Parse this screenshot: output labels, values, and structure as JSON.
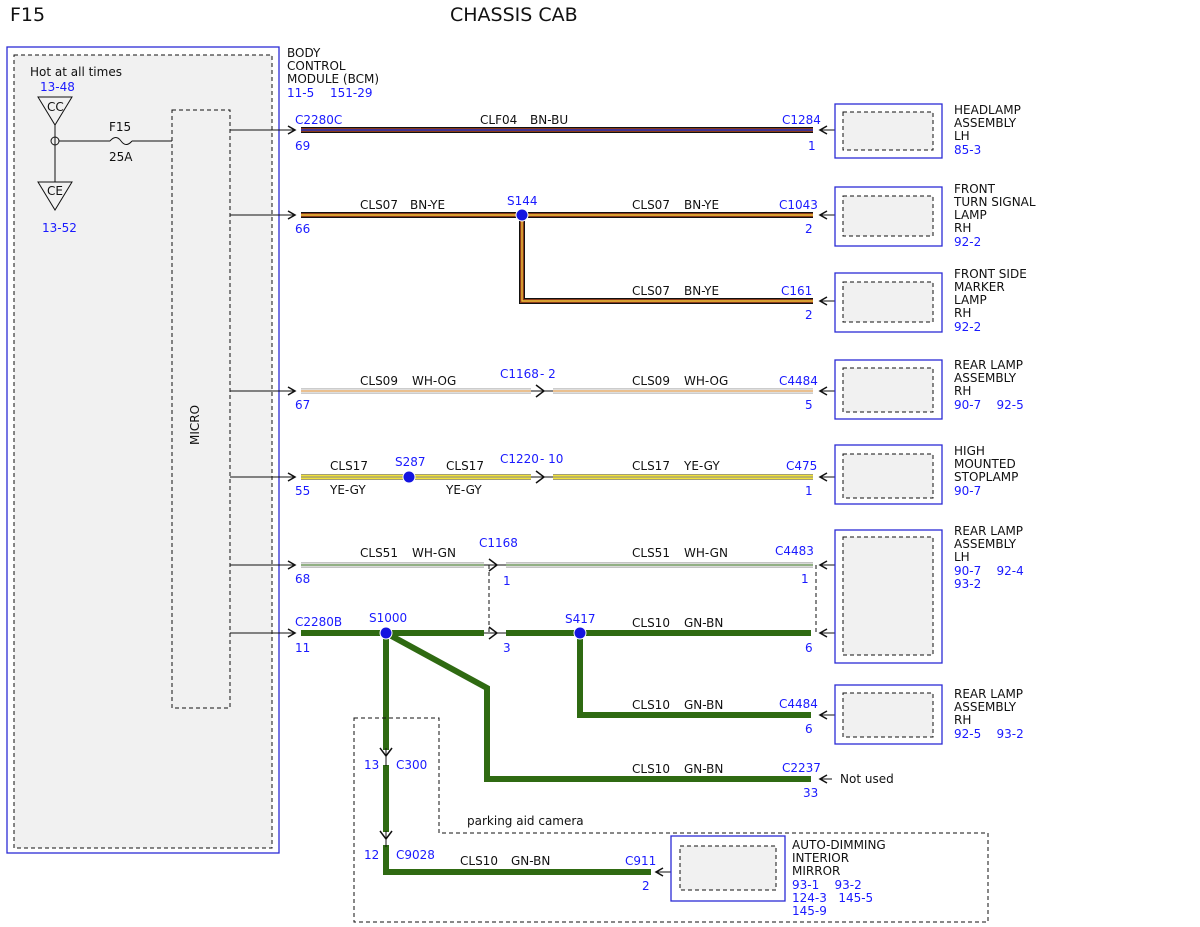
{
  "page": {
    "code": "F15",
    "title": "CHASSIS CAB"
  },
  "power": {
    "label": "Hot at all times",
    "ref_top": "13-48",
    "cc": "CC",
    "ce": "CE",
    "ref_bottom": "13-52",
    "fuse_name": "F15",
    "fuse_rating": "25A"
  },
  "bcm": {
    "lines": [
      "BODY",
      "CONTROL",
      "MODULE (BCM)"
    ],
    "refs": [
      "11-5",
      "151-29"
    ],
    "micro": "MICRO"
  },
  "wires": {
    "headlamp": {
      "pin": "69",
      "connector": "C2280C",
      "circuit": "CLF04",
      "color": "BN-BU",
      "end_conn": "C1284",
      "end_pin": "1"
    },
    "front_turn": {
      "pin": "66",
      "circuit": "CLS07",
      "color": "BN-YE",
      "splice": "S144",
      "end_conn": "C1043",
      "end_pin": "2"
    },
    "side_marker": {
      "circuit": "CLS07",
      "color": "BN-YE",
      "end_conn": "C161",
      "end_pin": "2"
    },
    "rear_rh": {
      "pin": "67",
      "circuit": "CLS09",
      "color": "WH-OG",
      "inline": "C1168",
      "inline_pin": "- 2",
      "end_conn": "C4484",
      "end_pin": "5"
    },
    "stoplamp": {
      "pin": "55",
      "circuit": "CLS17",
      "color": "YE-GY",
      "splice": "S287",
      "inline": "C1220",
      "inline_pin": "- 10",
      "end_conn": "C475",
      "end_pin": "1"
    },
    "rear_lh": {
      "pin": "68",
      "circuit": "CLS51",
      "color": "WH-GN",
      "inline": "C1168",
      "inline_pin": "1",
      "end_conn": "C4483",
      "end_pin": "1"
    },
    "ground": {
      "connector": "C2280B",
      "pin": "11",
      "splice1": "S1000",
      "inline_pin": "3",
      "splice2": "S417",
      "circuit": "CLS10",
      "color": "GN-BN",
      "end_pin": "6"
    },
    "ground_rh": {
      "circuit": "CLS10",
      "color": "GN-BN",
      "end_conn": "C4484",
      "end_pin": "6"
    },
    "ground_unused": {
      "circuit": "CLS10",
      "color": "GN-BN",
      "end_conn": "C2237",
      "end_pin": "33",
      "note": "Not used"
    },
    "camera": {
      "c300_pin": "13",
      "c300": "C300",
      "c9028_pin": "12",
      "c9028": "C9028",
      "circuit": "CLS10",
      "color": "GN-BN",
      "end_conn": "C911",
      "end_pin": "2",
      "area_label": "parking aid camera"
    }
  },
  "components": {
    "headlamp_lh": {
      "lines": [
        "HEADLAMP",
        "ASSEMBLY",
        "LH"
      ],
      "refs": "85-3"
    },
    "front_turn_rh": {
      "lines": [
        "FRONT",
        "TURN SIGNAL",
        "LAMP",
        "RH"
      ],
      "refs": "92-2"
    },
    "side_marker_rh": {
      "lines": [
        "FRONT SIDE",
        "MARKER",
        "LAMP",
        "RH"
      ],
      "refs": "92-2"
    },
    "rear_lamp_rh_a": {
      "lines": [
        "REAR LAMP",
        "ASSEMBLY",
        "RH"
      ],
      "refs": "90-7    92-5"
    },
    "stoplamp": {
      "lines": [
        "HIGH",
        "MOUNTED",
        "STOPLAMP"
      ],
      "refs": "90-7"
    },
    "rear_lamp_lh": {
      "lines": [
        "REAR LAMP",
        "ASSEMBLY",
        "LH"
      ],
      "refs": [
        "90-7    92-4",
        "93-2"
      ]
    },
    "rear_lamp_rh_b": {
      "lines": [
        "REAR LAMP",
        "ASSEMBLY",
        "RH"
      ],
      "refs": "92-5    93-2"
    },
    "mirror": {
      "lines": [
        "AUTO-DIMMING",
        "INTERIOR",
        "MIRROR"
      ],
      "refs": [
        "93-1    93-2",
        "124-3   145-5",
        "145-9"
      ]
    }
  },
  "colors": {
    "brown": "#8b3a1a",
    "blue": "#2a2fb8",
    "yellow": "#f2e23a",
    "white": "#f5f5f5",
    "orange": "#e08a2a",
    "green": "#2f6a12",
    "lightgreen": "#bfe6bf",
    "splice": "#1414e0"
  }
}
